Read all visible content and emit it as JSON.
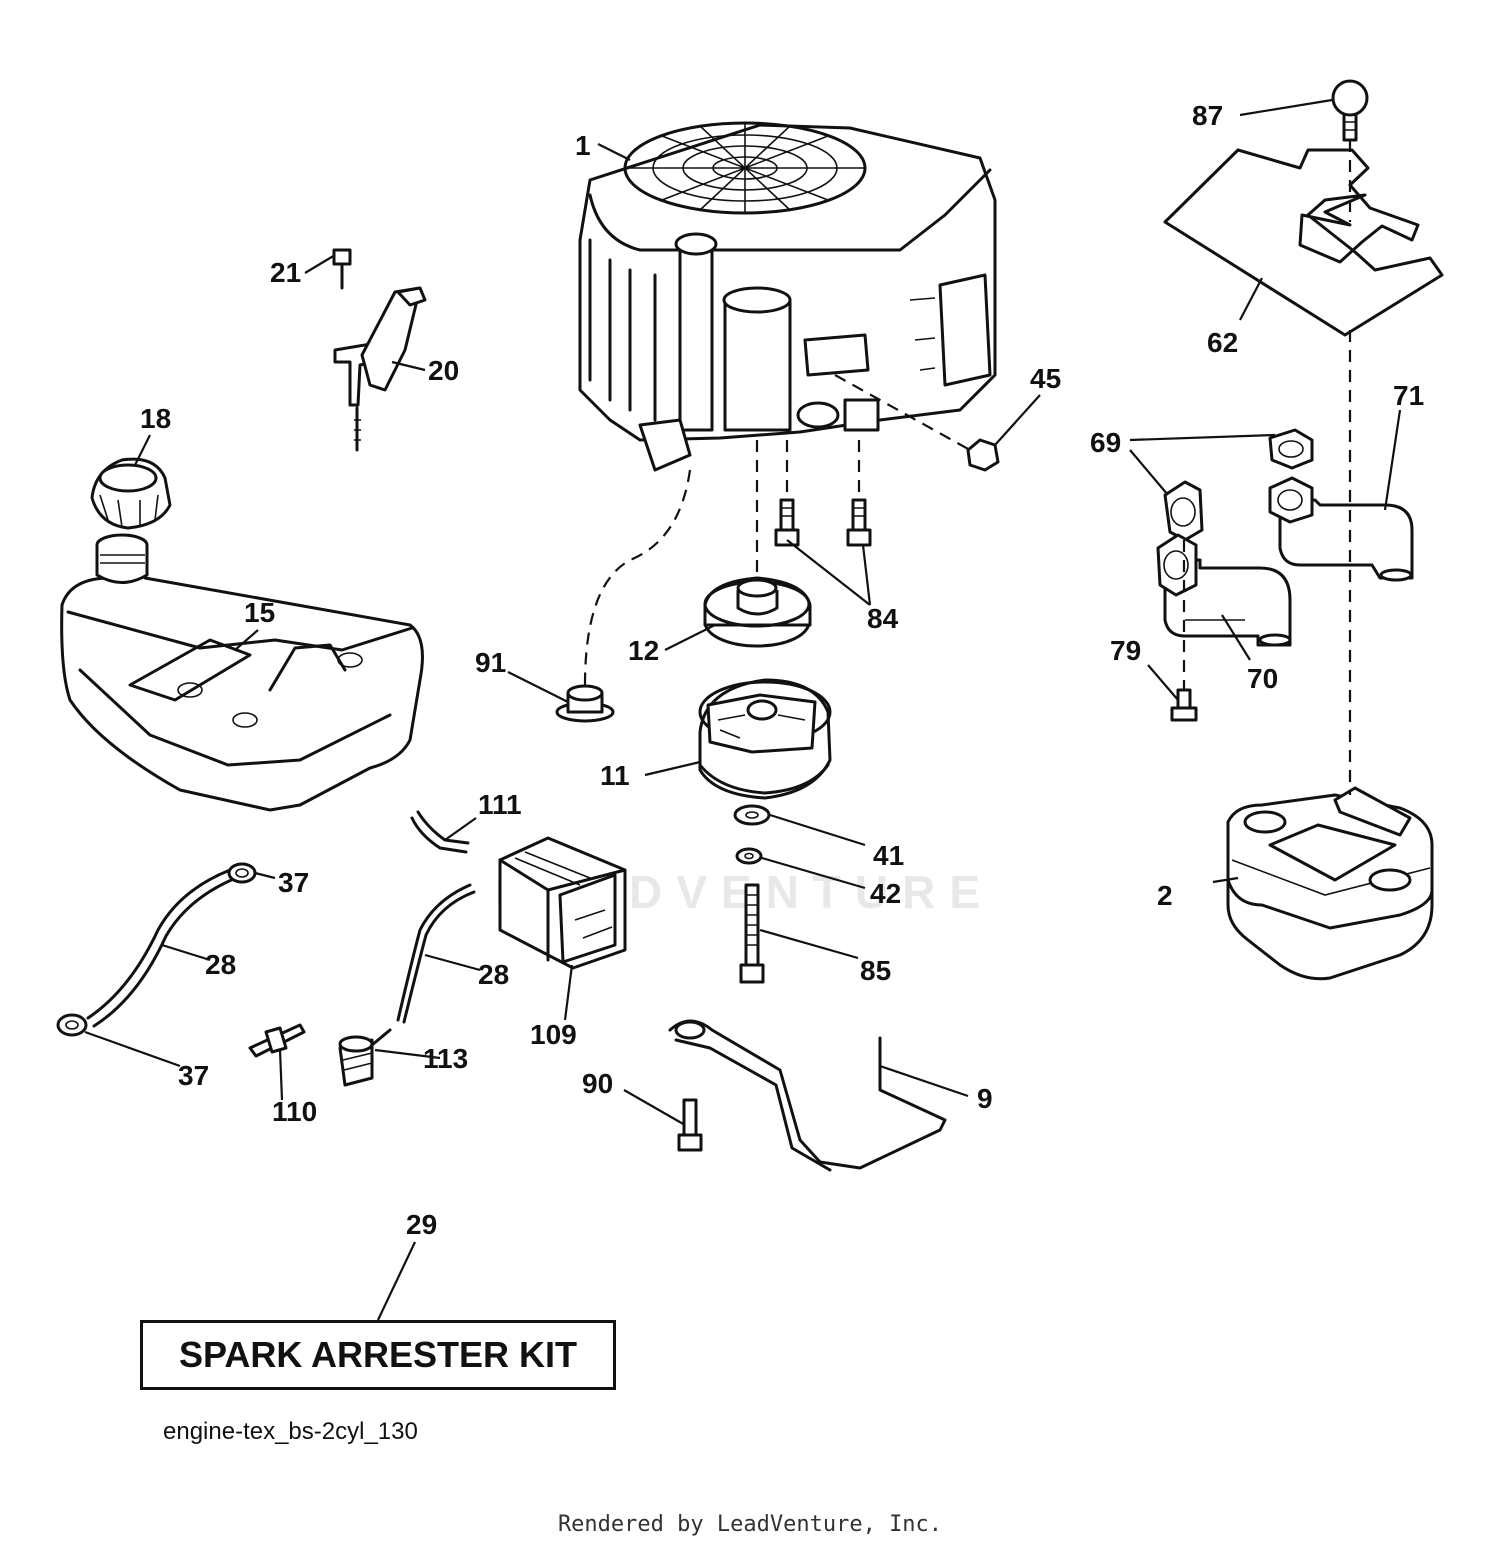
{
  "watermark": "LEADVENTURE",
  "callouts": {
    "engine": "1",
    "muffler": "2",
    "pto_bar": "9",
    "clutch": "11",
    "pulley": "12",
    "fuel_tank": "15",
    "fuel_cap": "18",
    "choke_bracket": "20",
    "bracket_screw": "21",
    "fuel_line_left": "28",
    "fuel_line_right": "28",
    "spark_kit": "29",
    "clamp_top": "37",
    "clamp_bottom": "37",
    "washer_41": "41",
    "washer_42": "42",
    "nut_45": "45",
    "heat_shield": "62",
    "gasket": "69",
    "exhaust_pipe_70": "70",
    "exhaust_pipe_71": "71",
    "bolt_79": "79",
    "bolt_84": "84",
    "bolt_85": "85",
    "screw_87": "87",
    "bolt_90": "90",
    "bushing_91": "91",
    "fuel_filter_canister": "109",
    "connector_110": "110",
    "hose_111": "111",
    "fuel_valve_113": "113"
  },
  "spark_arrester_kit_label": "SPARK ARRESTER KIT",
  "diagram_id": "engine-tex_bs-2cyl_130",
  "footer_credit": "Rendered by LeadVenture, Inc."
}
